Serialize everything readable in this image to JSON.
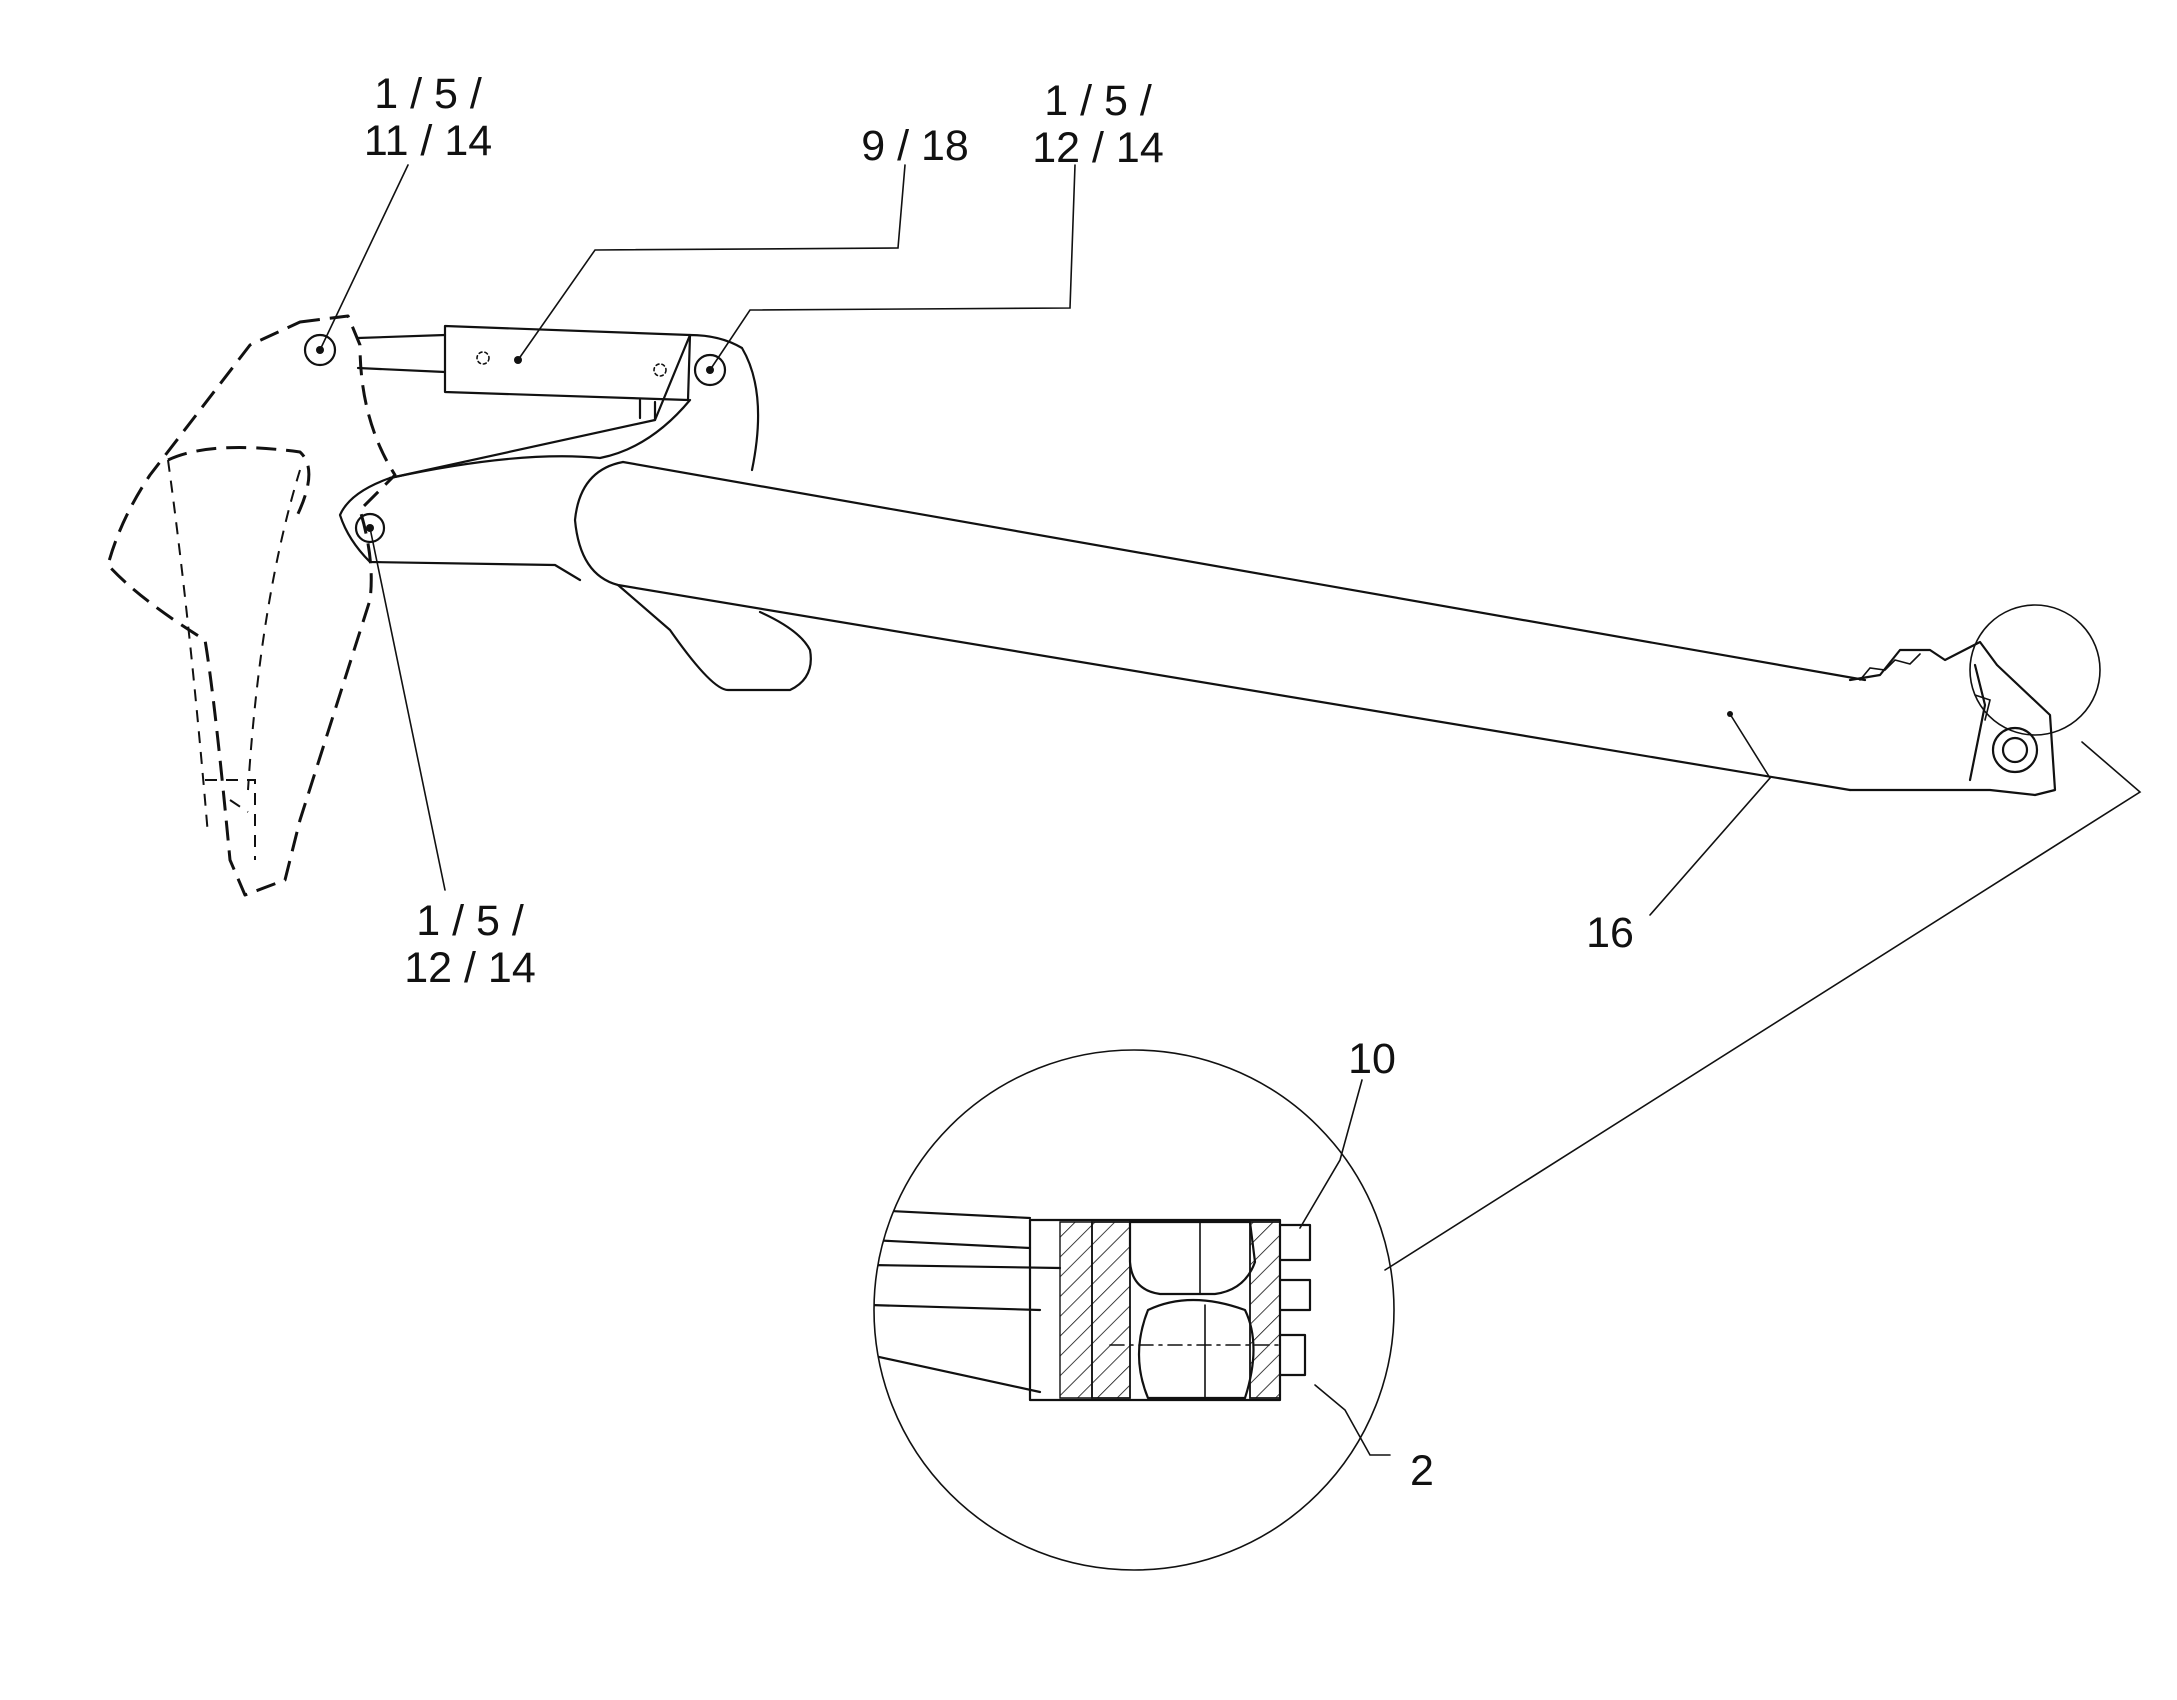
{
  "callouts": {
    "pivot_top_left": {
      "line1": "1 / 5 /",
      "line2": "11 / 14"
    },
    "cylinder": "9 / 18",
    "pivot_top_right": {
      "line1": "1 / 5 /",
      "line2": "12 / 14"
    },
    "pivot_lower_left": {
      "line1": "1 / 5 /",
      "line2": "12 / 14"
    },
    "arm": "16",
    "detail_part_upper": "10",
    "detail_part_lower": "2"
  },
  "colors": {
    "ink": "#111111",
    "paper": "#ffffff"
  }
}
